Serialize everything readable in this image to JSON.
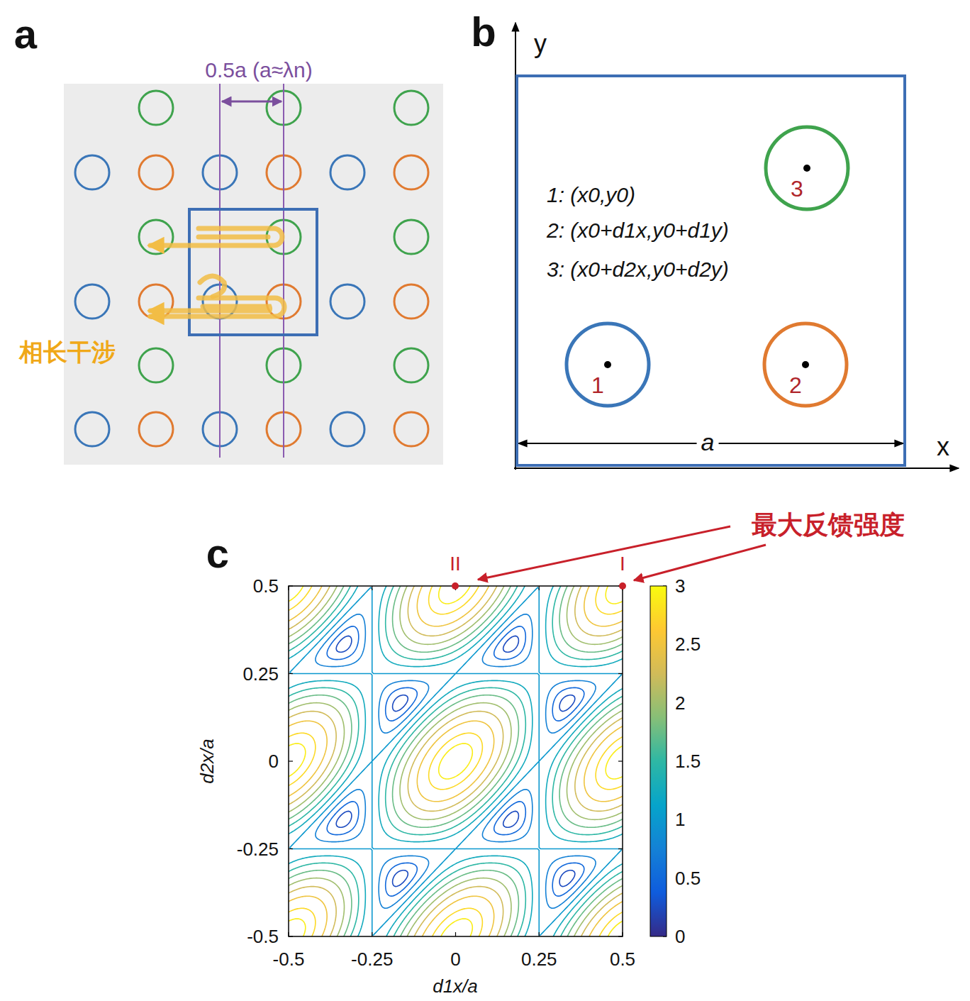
{
  "diagram": {
    "nodes": [
      {
        "text": [
          "1: (x0,y0)",
          "2: (x0+d1x,y0+d1y)",
          "3: (x0+d2x,y0+d2y)"
        ]
      },
      {
        "text": [
          "1"
        ],
        "in": 0
      },
      {
        "text": [
          "2"
        ],
        "in": 0
      },
      {
        "text": [
          "3"
        ],
        "in": 0
      }
    ],
    "labels": [
      "a",
      "0.5a (a≈λn)",
      "相长干涉",
      "b",
      "y",
      "x",
      "a",
      "c",
      "最大反馈强度",
      "II",
      "I",
      "0.5",
      "0.25",
      "0",
      "-0.25",
      "-0.5",
      "-0.5",
      "-0.25",
      "0",
      "0.25",
      "0.5",
      "3",
      "2.5",
      "2",
      "1.5",
      "1",
      "0.5",
      "0",
      "d2x/a",
      "d1x/a"
    ]
  }
}
